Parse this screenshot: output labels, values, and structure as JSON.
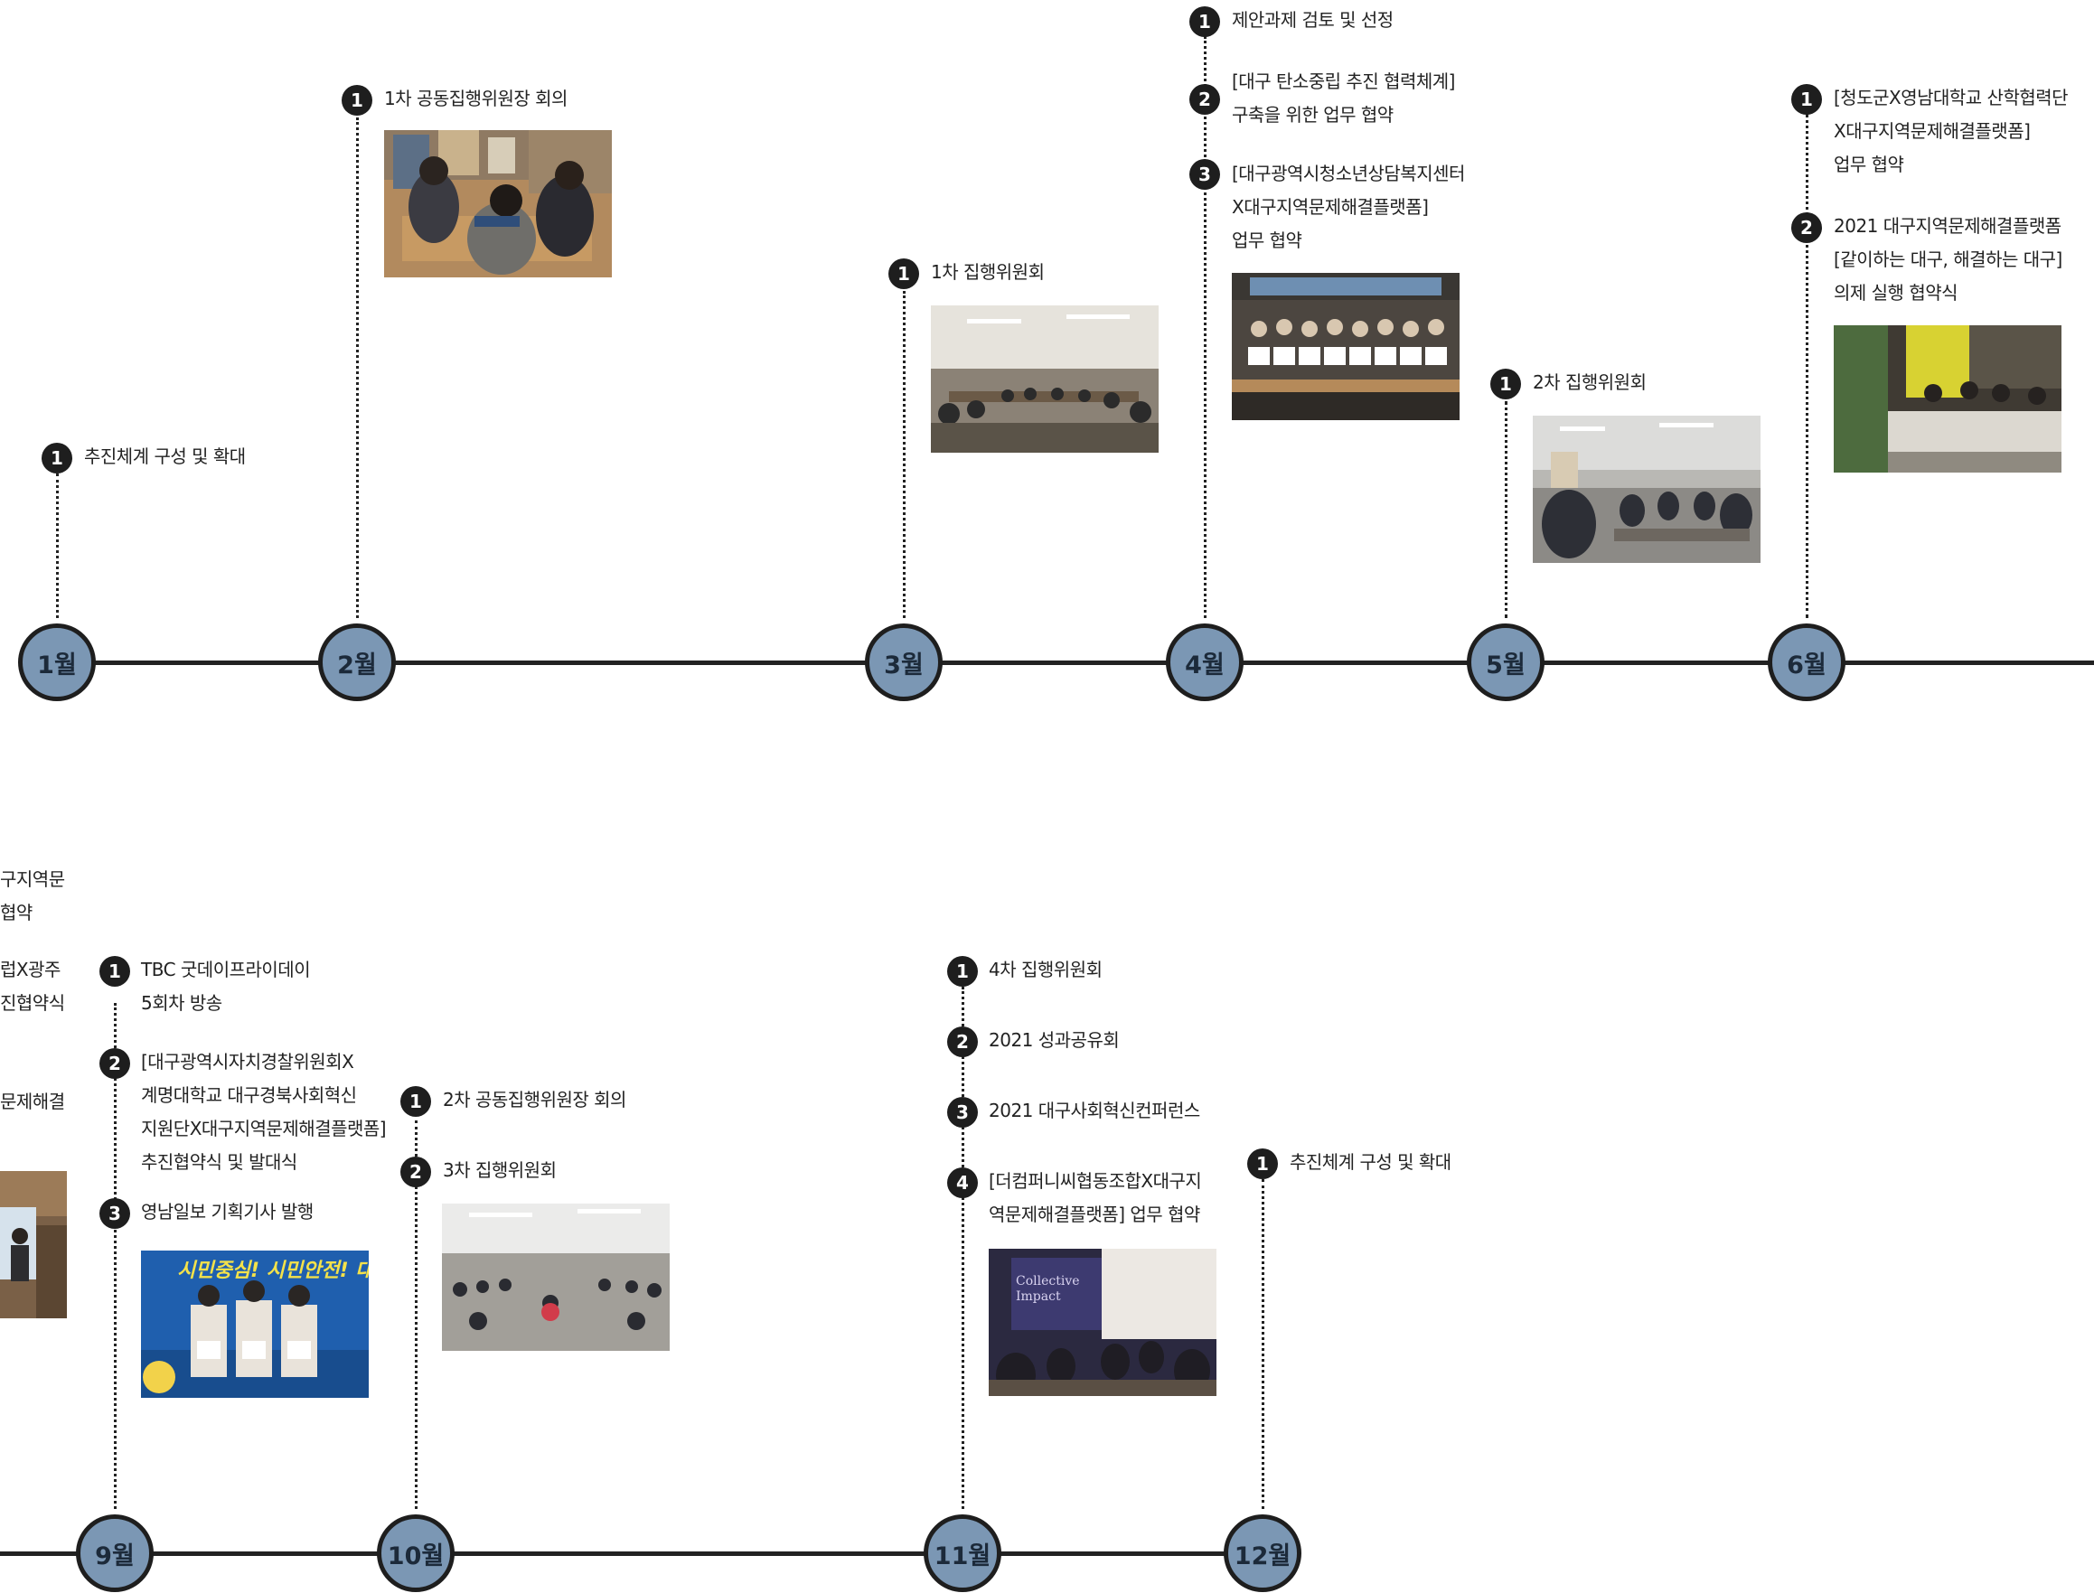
{
  "months": {
    "m1": "1월",
    "m2": "2월",
    "m3": "3월",
    "m4": "4월",
    "m5": "5월",
    "m6": "6월",
    "m9": "9월",
    "m10": "10월",
    "m11": "11월",
    "m12": "12월"
  },
  "events": {
    "jan": [
      {
        "n": "1",
        "lines": [
          "추진체계 구성 및 확대"
        ]
      }
    ],
    "feb": [
      {
        "n": "1",
        "lines": [
          "1차 공동집행위원장 회의"
        ]
      }
    ],
    "mar": [
      {
        "n": "1",
        "lines": [
          "1차 집행위원회"
        ]
      }
    ],
    "apr": [
      {
        "n": "1",
        "lines": [
          "제안과제 검토 및 선정"
        ]
      },
      {
        "n": "2",
        "lines": [
          "[대구 탄소중립 추진 협력체계]",
          "구축을 위한 업무 협약"
        ]
      },
      {
        "n": "3",
        "lines": [
          "[대구광역시청소년상담복지센터",
          "X대구지역문제해결플랫폼]",
          "업무 협약"
        ]
      }
    ],
    "may": [
      {
        "n": "1",
        "lines": [
          "2차 집행위원회"
        ]
      }
    ],
    "jun": [
      {
        "n": "1",
        "lines": [
          "[청도군X영남대학교 산학협력단",
          "X대구지역문제해결플랫폼]",
          "업무 협약"
        ]
      },
      {
        "n": "2",
        "lines": [
          "2021 대구지역문제해결플랫폼",
          "[같이하는 대구, 해결하는 대구]",
          "의제 실행 협약식"
        ]
      }
    ],
    "aug_partial": {
      "a": [
        "구지역문",
        "협약"
      ],
      "b": [
        "럽X광주",
        "진협약식"
      ],
      "c": [
        "문제해결"
      ]
    },
    "sep": [
      {
        "n": "1",
        "lines": [
          "TBC 굿데이프라이데이",
          "5회차 방송"
        ]
      },
      {
        "n": "2",
        "lines": [
          "[대구광역시자치경찰위원회X",
          "계명대학교 대구경북사회혁신",
          "지원단X대구지역문제해결플랫폼]",
          "추진협약식 및 발대식"
        ]
      },
      {
        "n": "3",
        "lines": [
          "영남일보 기획기사 발행"
        ]
      }
    ],
    "oct": [
      {
        "n": "1",
        "lines": [
          "2차 공동집행위원장 회의"
        ]
      },
      {
        "n": "2",
        "lines": [
          "3차 집행위원회"
        ]
      }
    ],
    "nov": [
      {
        "n": "1",
        "lines": [
          "4차 집행위원회"
        ]
      },
      {
        "n": "2",
        "lines": [
          "2021 성과공유회"
        ]
      },
      {
        "n": "3",
        "lines": [
          "2021 대구사회혁신컨퍼런스"
        ]
      },
      {
        "n": "4",
        "lines": [
          "[더컴퍼니씨협동조합X대구지",
          "역문제해결플랫폼] 업무 협약"
        ]
      }
    ],
    "dec": [
      {
        "n": "1",
        "lines": [
          "추진체계 구성 및 확대"
        ]
      }
    ]
  },
  "photos": {
    "sep_banner": "시민중심! 시민안전! 대구 자",
    "nov_screen": "Collective Impact"
  },
  "colors": {
    "month_fill": "#7b97b4",
    "line": "#1e1e1e"
  }
}
